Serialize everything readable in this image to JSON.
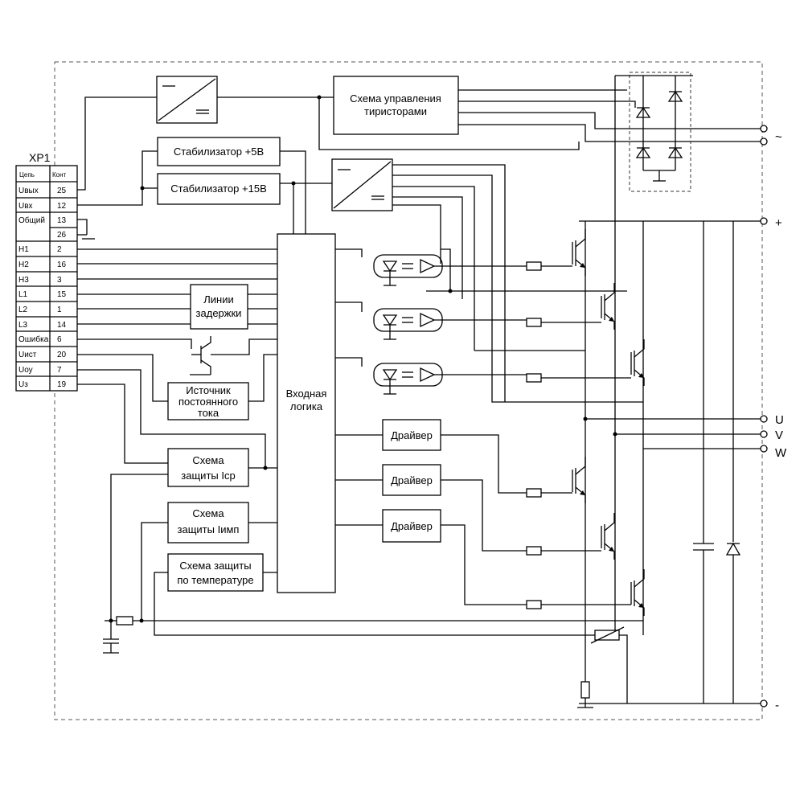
{
  "connector": {
    "name": "XP1",
    "header": {
      "circuit": "Цепь",
      "contact": "Конт"
    },
    "rows": [
      {
        "circuit": "Uвых",
        "contact": "25"
      },
      {
        "circuit": "Uвх",
        "contact": "12"
      },
      {
        "circuit": "Общий",
        "contact": "13"
      },
      {
        "circuit": "",
        "contact": "26"
      },
      {
        "circuit": "H1",
        "contact": "2"
      },
      {
        "circuit": "H2",
        "contact": "16"
      },
      {
        "circuit": "H3",
        "contact": "3"
      },
      {
        "circuit": "L1",
        "contact": "15"
      },
      {
        "circuit": "L2",
        "contact": "1"
      },
      {
        "circuit": "L3",
        "contact": "14"
      },
      {
        "circuit": "Ошибка",
        "contact": "6"
      },
      {
        "circuit": "Uист",
        "contact": "20"
      },
      {
        "circuit": "Uоу",
        "contact": "7"
      },
      {
        "circuit": "Uз",
        "contact": "19"
      }
    ]
  },
  "blocks": {
    "thyristor_control": [
      "Схема управления",
      "тиристорами"
    ],
    "stab5": "Стабилизатор +5В",
    "stab15": "Стабилизатор +15В",
    "delay": [
      "Линии",
      "задержки"
    ],
    "current_source": [
      "Источник",
      "постоянного",
      "тока"
    ],
    "input_logic": [
      "Входная",
      "логика"
    ],
    "prot_avg": [
      "Схема",
      "защиты Iср"
    ],
    "prot_pulse": [
      "Схема",
      "защиты Iимп"
    ],
    "prot_temp": [
      "Схема защиты",
      "по температуре"
    ],
    "driver": "Драйвер"
  },
  "terminals": {
    "ac": "~",
    "plus": "+",
    "minus": "-",
    "u": "U",
    "v": "V",
    "w": "W"
  }
}
